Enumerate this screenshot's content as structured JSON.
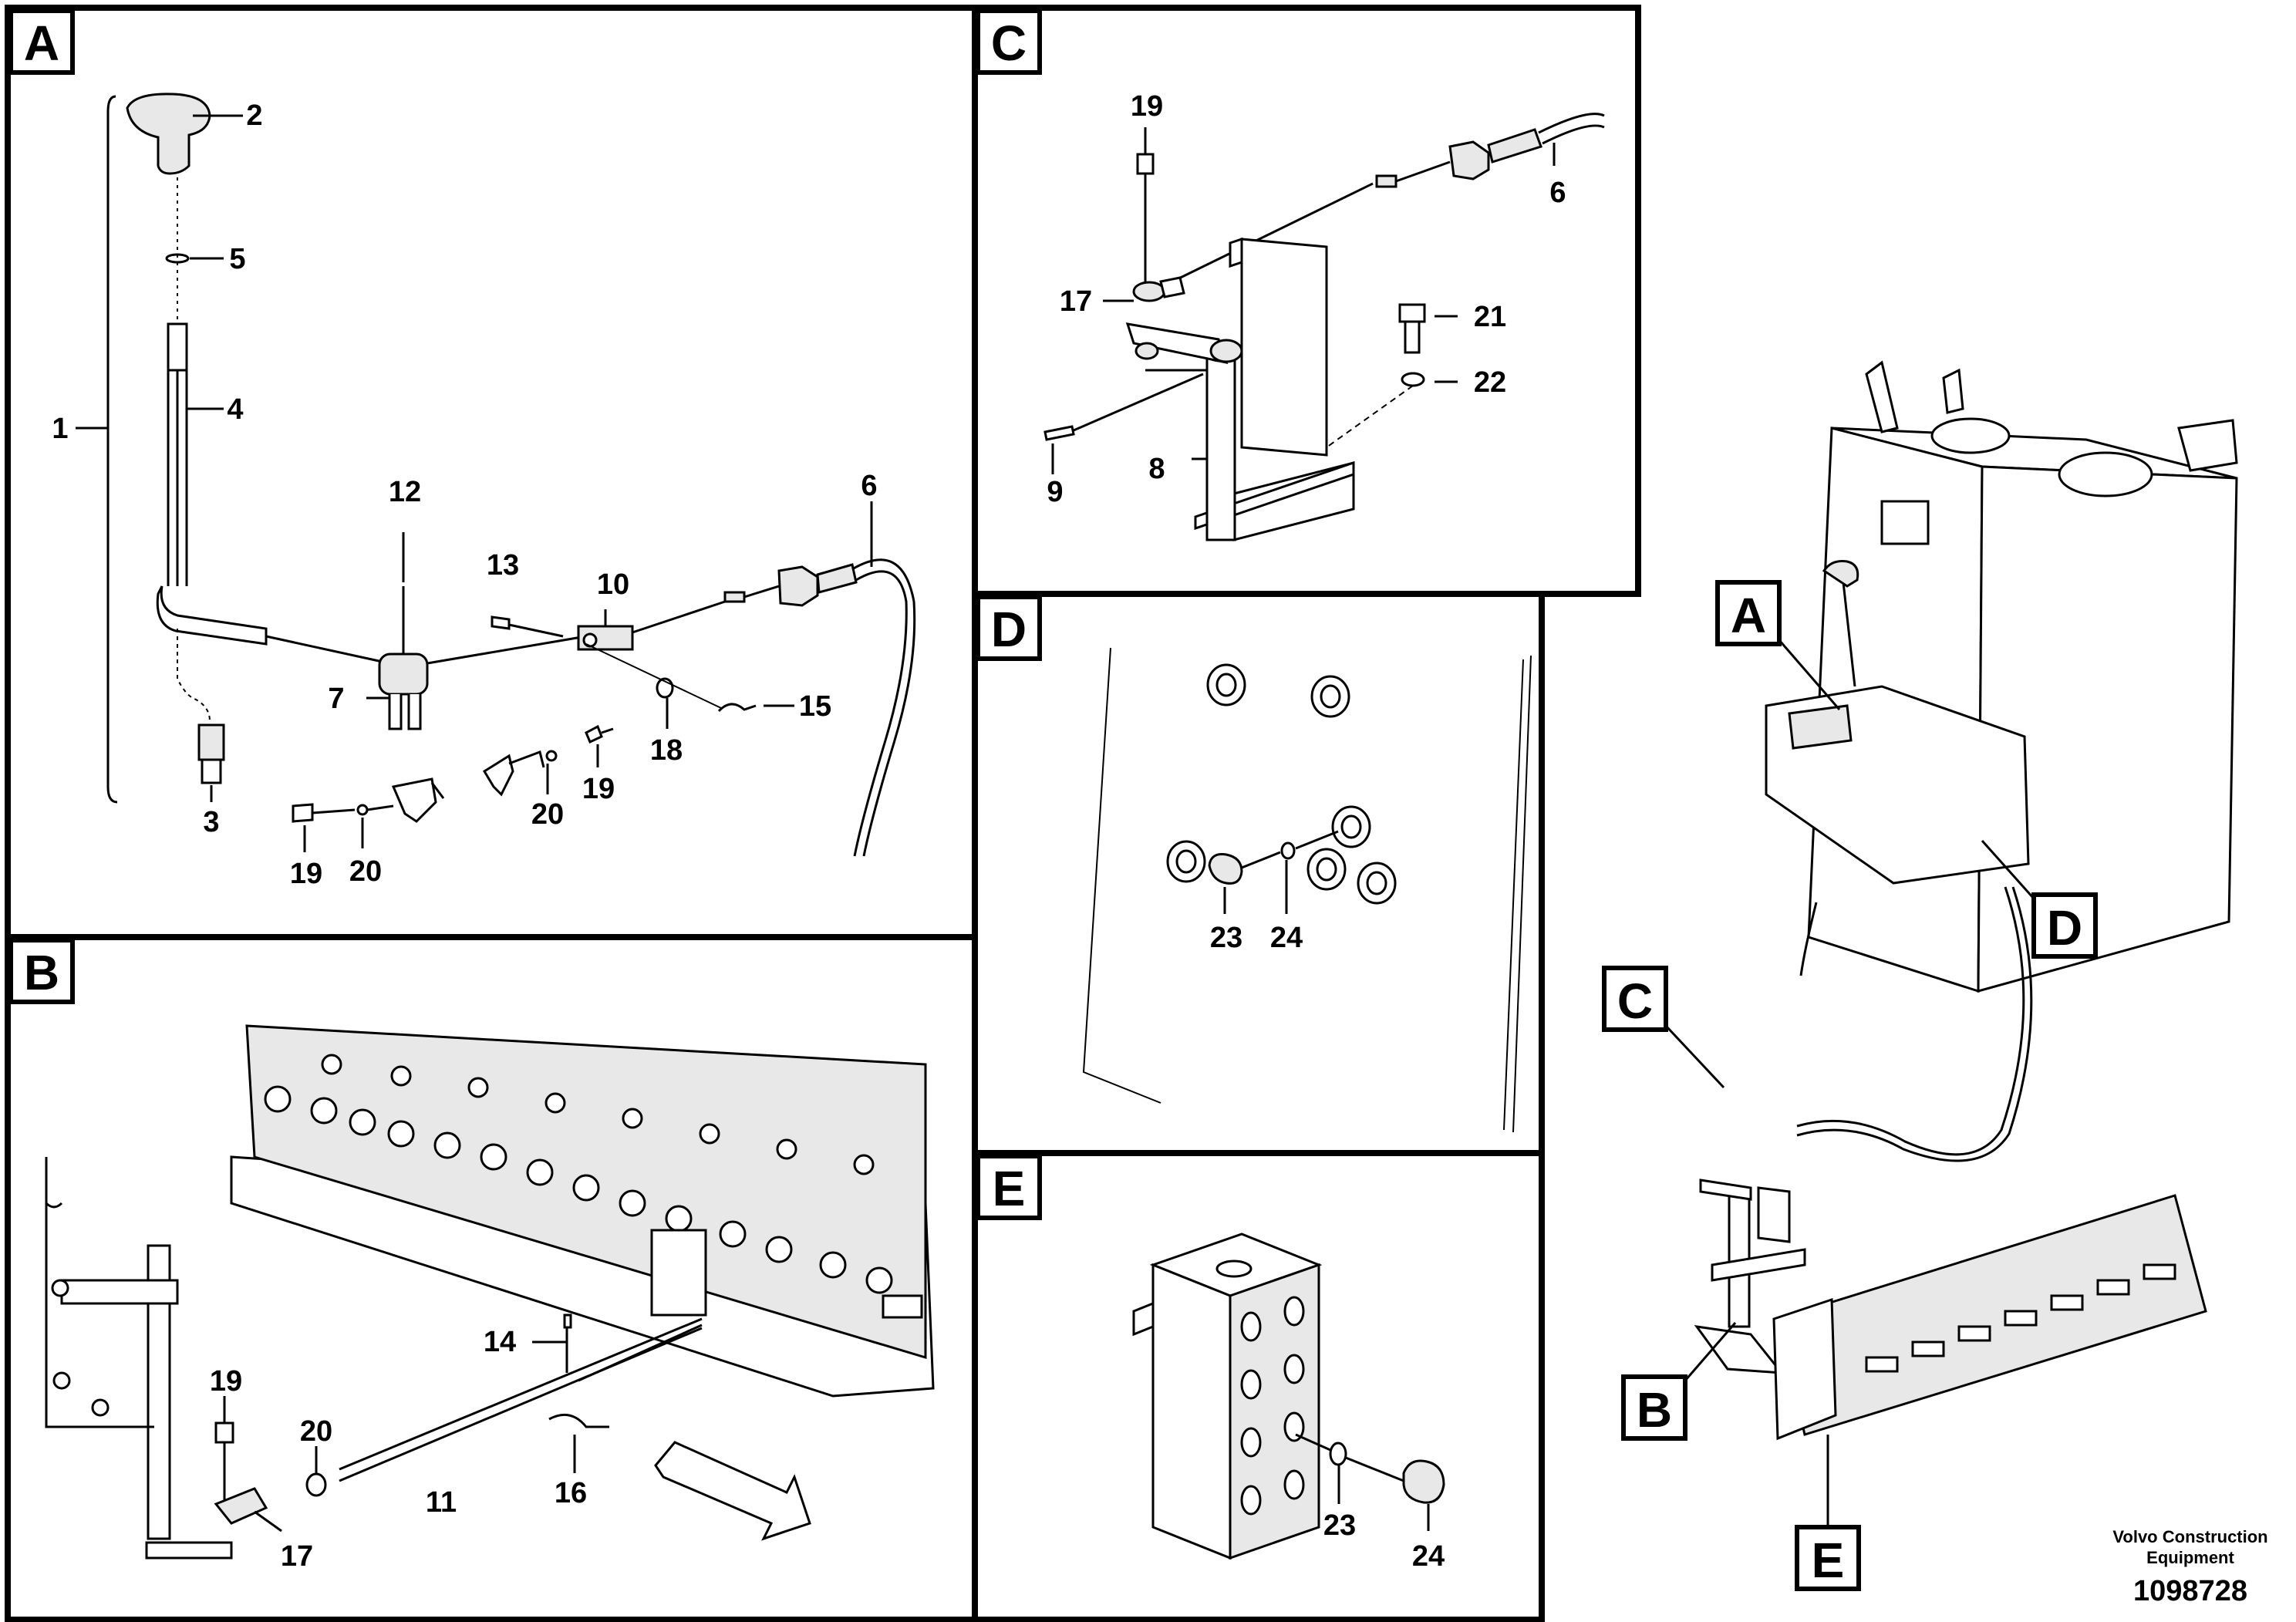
{
  "sections": {
    "A": "A",
    "B": "B",
    "C": "C",
    "D": "D",
    "E": "E"
  },
  "overview_tags": {
    "A": "A",
    "B": "B",
    "C": "C",
    "D": "D",
    "E": "E"
  },
  "panel_a": {
    "labels": [
      "1",
      "2",
      "3",
      "4",
      "5",
      "6",
      "7",
      "10",
      "12",
      "13",
      "15",
      "18",
      "19",
      "20",
      "19",
      "20"
    ]
  },
  "panel_b": {
    "labels": [
      "11",
      "14",
      "16",
      "17",
      "19",
      "20"
    ]
  },
  "panel_c": {
    "labels": [
      "6",
      "8",
      "9",
      "17",
      "19",
      "21",
      "22"
    ]
  },
  "panel_d": {
    "labels": [
      "23",
      "24"
    ]
  },
  "panel_e": {
    "labels": [
      "23",
      "24"
    ]
  },
  "footer": {
    "brand_line1": "Volvo Construction",
    "brand_line2": "Equipment",
    "doc_number": "1098728"
  }
}
